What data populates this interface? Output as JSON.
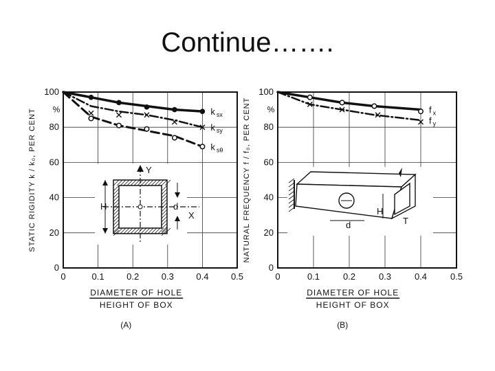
{
  "slide": {
    "title": "Continue……."
  },
  "chart_data": [
    {
      "type": "line",
      "panel_label": "(A)",
      "ylabel": "STATIC RIGIDITY k / k₀, PER CENT",
      "xlabel_top": "DIAMETER OF HOLE",
      "xlabel_bottom": "HEIGHT OF BOX",
      "xlim": [
        0,
        0.5
      ],
      "ylim": [
        0,
        100
      ],
      "x_ticks": [
        "0",
        "0.1",
        "0.2",
        "0.3",
        "0.4",
        "0.5"
      ],
      "y_ticks": [
        "0",
        "20",
        "40",
        "60",
        "80",
        "100"
      ],
      "percent_label": "%",
      "grid": true,
      "series": [
        {
          "name": "k_sx",
          "marker": "dot",
          "dash": "solid",
          "x": [
            0,
            0.08,
            0.16,
            0.24,
            0.32,
            0.4
          ],
          "y": [
            100,
            97,
            94,
            92,
            90,
            89
          ],
          "points": [
            [
              0.08,
              97
            ],
            [
              0.16,
              94
            ],
            [
              0.24,
              91.5
            ],
            [
              0.32,
              90
            ],
            [
              0.4,
              89
            ]
          ]
        },
        {
          "name": "k_sy",
          "marker": "x",
          "dash": "dashdot",
          "x": [
            0,
            0.08,
            0.16,
            0.24,
            0.32,
            0.4
          ],
          "y": [
            100,
            92,
            89,
            87,
            84,
            80
          ],
          "points": [
            [
              0.08,
              88
            ],
            [
              0.16,
              87
            ],
            [
              0.24,
              87
            ],
            [
              0.32,
              83
            ],
            [
              0.4,
              80
            ]
          ]
        },
        {
          "name": "k_sθ",
          "marker": "circle",
          "dash": "dashed",
          "x": [
            0,
            0.08,
            0.16,
            0.24,
            0.32,
            0.4
          ],
          "y": [
            100,
            86,
            81,
            78,
            75,
            69
          ],
          "points": [
            [
              0.08,
              85
            ],
            [
              0.16,
              81
            ],
            [
              0.24,
              79
            ],
            [
              0.32,
              74
            ],
            [
              0.4,
              69
            ]
          ]
        }
      ],
      "series_labels": [
        "k sx",
        "k sy",
        "k sθ"
      ],
      "inset_labels": {
        "Y": "Y",
        "H": "H",
        "d": "d",
        "X": "X"
      }
    },
    {
      "type": "line",
      "panel_label": "(B)",
      "ylabel": "NATURAL FREQUENCY f / f₀, PER CENT",
      "xlabel_top": "DIAMETER OF HOLE",
      "xlabel_bottom": "HEIGHT OF BOX",
      "xlim": [
        0,
        0.5
      ],
      "ylim": [
        0,
        100
      ],
      "x_ticks": [
        "0",
        "0.1",
        "0.2",
        "0.3",
        "0.4",
        "0.5"
      ],
      "y_ticks": [
        "0",
        "20",
        "40",
        "60",
        "80",
        "100"
      ],
      "percent_label": "%",
      "grid": true,
      "series": [
        {
          "name": "f_x",
          "marker": "circle",
          "dash": "solid",
          "x": [
            0,
            0.09,
            0.18,
            0.27,
            0.4
          ],
          "y": [
            100,
            97,
            94,
            92,
            90
          ],
          "points": [
            [
              0.09,
              97
            ],
            [
              0.18,
              94
            ],
            [
              0.27,
              92
            ],
            [
              0.4,
              89
            ]
          ]
        },
        {
          "name": "f_y",
          "marker": "x",
          "dash": "dashdot",
          "x": [
            0,
            0.09,
            0.18,
            0.27,
            0.4
          ],
          "y": [
            100,
            93,
            90,
            87,
            84
          ],
          "points": [
            [
              0.09,
              93
            ],
            [
              0.18,
              90
            ],
            [
              0.28,
              87
            ],
            [
              0.4,
              83
            ]
          ]
        }
      ],
      "series_labels": [
        "f x",
        "f y"
      ],
      "inset_labels": {
        "H": "H",
        "d": "d",
        "T": "T"
      }
    }
  ]
}
